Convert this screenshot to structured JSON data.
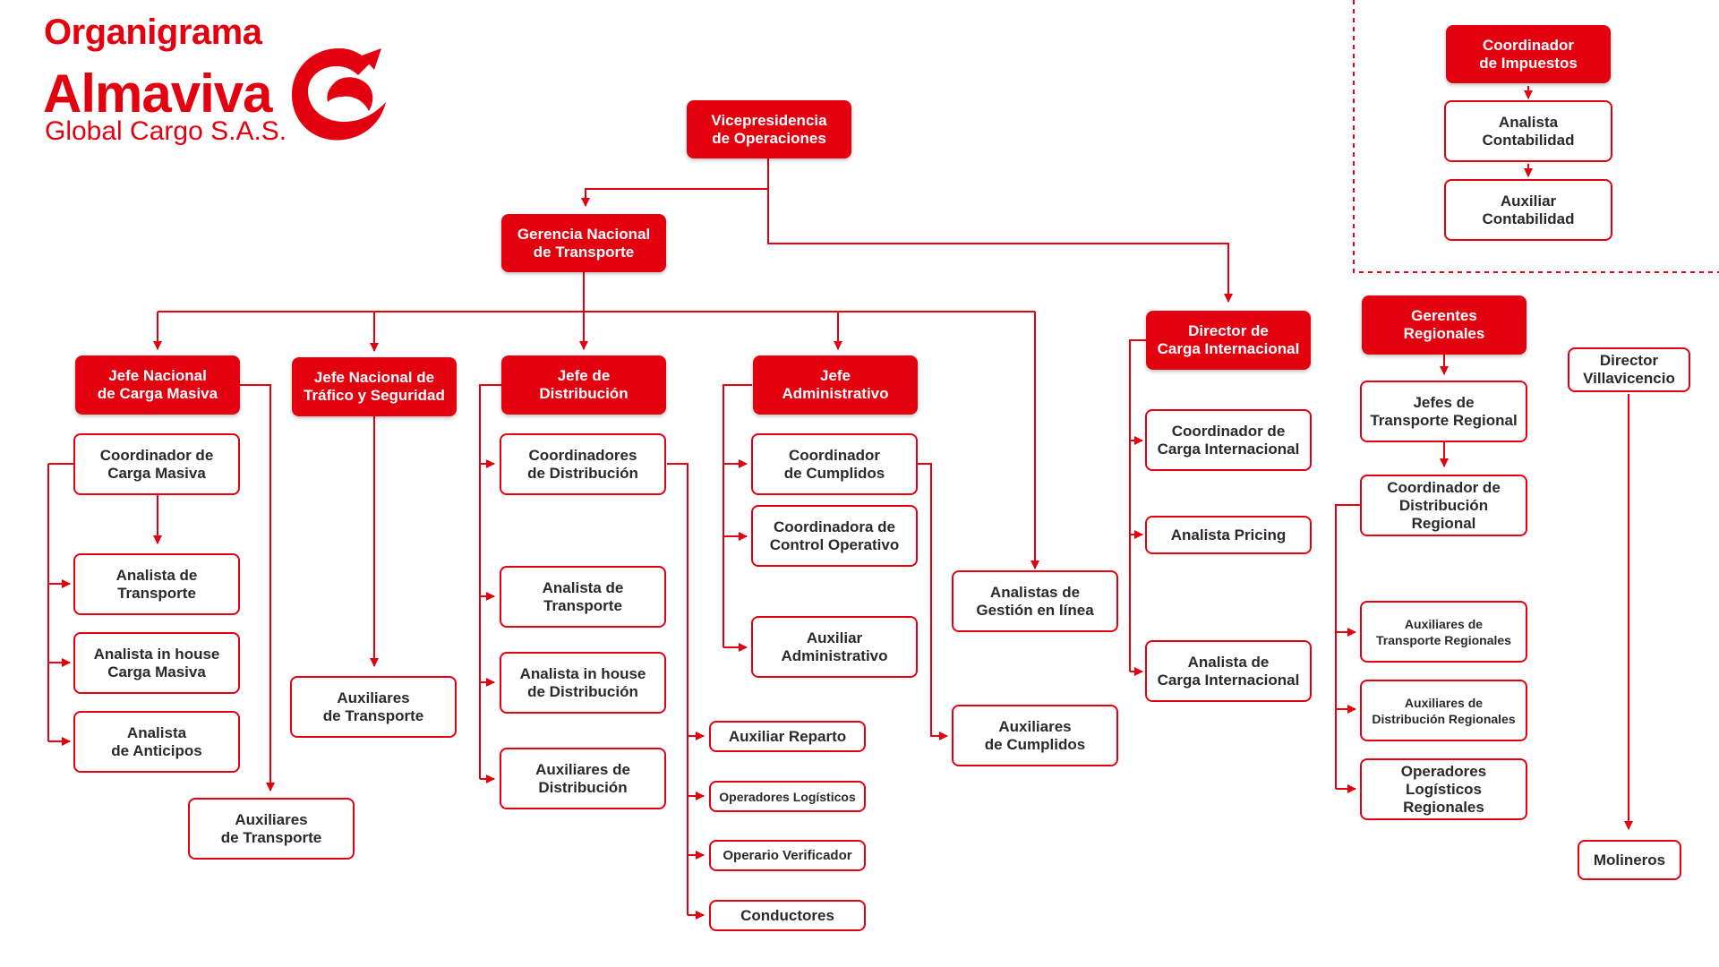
{
  "header": {
    "title": "Organigrama",
    "brand_name": "Almaviva",
    "brand_sub": "Global Cargo S.A.S."
  },
  "colors": {
    "accent": "#E3000F",
    "text": "#2a2a2a",
    "background": "#ffffff"
  },
  "nodes": {
    "vp": "Vicepresidencia\nde Operaciones",
    "gerencia": "Gerencia Nacional\nde Transporte",
    "jefe_masiva": "Jefe Nacional\nde Carga Masiva",
    "jefe_trafico": "Jefe Nacional de\nTráfico y Seguridad",
    "jefe_distribucion": "Jefe de\nDistribución",
    "jefe_admin": "Jefe\nAdministrativo",
    "coord_masiva": "Coordinador de\nCarga Masiva",
    "analista_transporte_1": "Analista de\nTransporte",
    "analista_inhouse_masiva": "Analista in house\nCarga Masiva",
    "analista_anticipos": "Analista\nde Anticipos",
    "auxiliares_transporte_1": "Auxiliares\nde Transporte",
    "auxiliares_transporte_2": "Auxiliares\nde Transporte",
    "coord_distribucion": "Coordinadores\nde Distribución",
    "analista_transporte_2": "Analista de\nTransporte",
    "analista_inhouse_dist": "Analista in house\nde Distribución",
    "auxiliares_distribucion": "Auxiliares de\nDistribución",
    "auxiliar_reparto": "Auxiliar Reparto",
    "operadores_logisticos": "Operadores Logísticos",
    "operario_verificador": "Operario Verificador",
    "conductores": "Conductores",
    "coord_cumplidos": "Coordinador\nde Cumplidos",
    "coord_control": "Coordinadora de\nControl Operativo",
    "auxiliar_admin": "Auxiliar\nAdministrativo",
    "analistas_gestion": "Analistas de\nGestión en línea",
    "auxiliares_cumplidos": "Auxiliares\nde Cumplidos",
    "director_internacional": "Director de\nCarga Internacional",
    "coord_internacional": "Coordinador de\nCarga Internacional",
    "analista_pricing": "Analista Pricing",
    "analista_internacional": "Analista de\nCarga Internacional",
    "gerentes_regionales": "Gerentes\nRegionales",
    "jefes_regional": "Jefes de\nTransporte Regional",
    "coord_dist_regional": "Coordinador de\nDistribución Regional",
    "aux_transporte_regionales": "Auxiliares de\nTransporte Regionales",
    "aux_distribucion_regionales": "Auxiliares de\nDistribución Regionales",
    "operadores_regionales": "Operadores\nLogísticos Regionales",
    "director_villavicencio": "Director\nVillavicencio",
    "molineros": "Molineros",
    "coord_impuestos": "Coordinador\nde Impuestos",
    "analista_contabilidad": "Analista\nContabilidad",
    "auxiliar_contabilidad": "Auxiliar\nContabilidad"
  }
}
